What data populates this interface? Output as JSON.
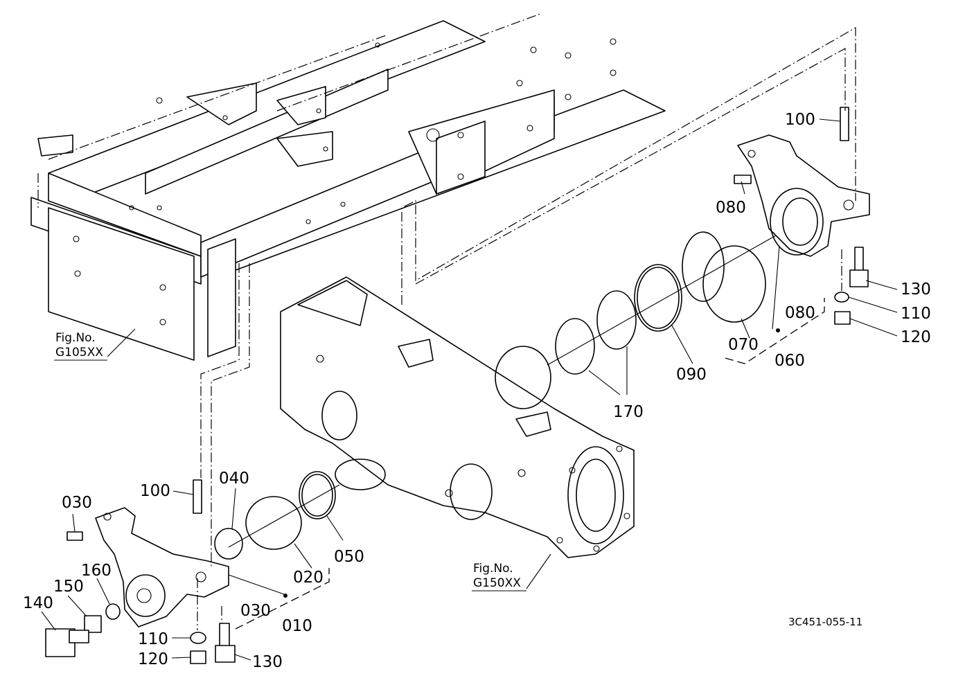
{
  "part_labels": {
    "p100_top": "100",
    "p080_top": "080",
    "p130_right": "130",
    "p110_right": "110",
    "p120_right": "120",
    "p080_mid": "080",
    "p070": "070",
    "p060": "060",
    "p090": "090",
    "p170": "170",
    "p100_left": "100",
    "p040": "040",
    "p030_top": "030",
    "p160": "160",
    "p150": "150",
    "p140": "140",
    "p020": "020",
    "p050": "050",
    "p030_bottom": "030",
    "p010": "010",
    "p110_bottom": "110",
    "p120_bottom": "120",
    "p130_bottom": "130"
  },
  "figure_refs": {
    "frame_fig_label": "Fig.No.",
    "frame_fig_code": "G105XX",
    "axle_fig_label": "Fig.No.",
    "axle_fig_code": "G150XX"
  },
  "drawing_code": "3C451-055-11"
}
